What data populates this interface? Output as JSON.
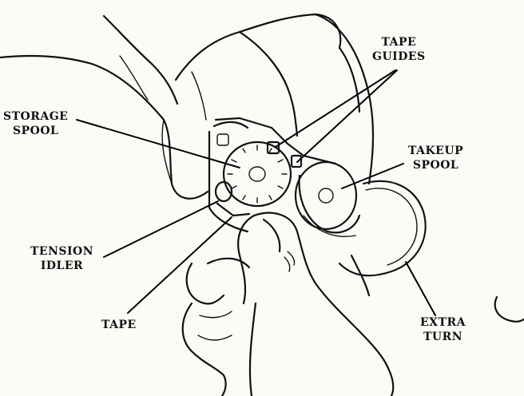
{
  "labels": {
    "tape_guides": [
      "TAPE",
      "GUIDES"
    ],
    "storage_spool": [
      "STORAGE",
      "SPOOL"
    ],
    "takeup_spool": [
      "TAKEUP",
      "SPOOL"
    ],
    "tension_idler": [
      "TENSION",
      "IDLER"
    ],
    "tape": "TAPE",
    "extra_turn": [
      "EXTRA",
      "TURN"
    ]
  }
}
